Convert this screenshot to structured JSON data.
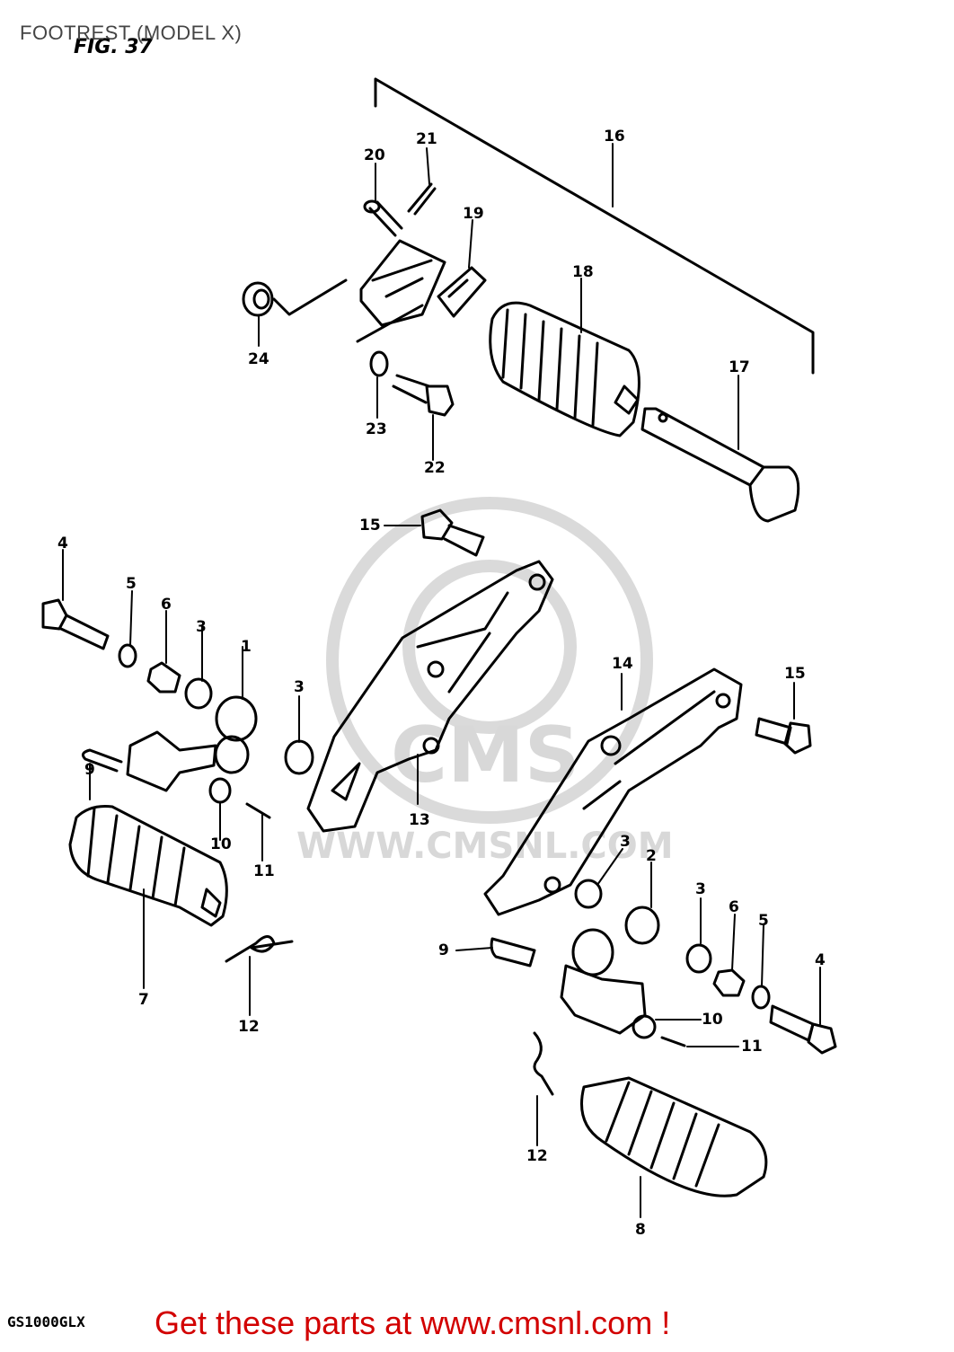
{
  "header": {
    "title": "FOOTREST (MODEL X)"
  },
  "figure": {
    "label": "FIG. 37"
  },
  "footer": {
    "model_code": "GS1000GLX",
    "cta_text": "Get these parts at www.cmsnl.com !",
    "cta_color": "#d20000"
  },
  "watermark": {
    "logo_text": "CMS",
    "url_text": "WWW.CMSNL.COM",
    "color": "#d8d8d8"
  },
  "callouts": {
    "c1": "1",
    "c2": "2",
    "c3a": "3",
    "c3b": "3",
    "c3c": "3",
    "c3d": "3",
    "c4a": "4",
    "c4b": "4",
    "c5a": "5",
    "c5b": "5",
    "c6a": "6",
    "c6b": "6",
    "c7": "7",
    "c8": "8",
    "c9a": "9",
    "c9b": "9",
    "c10a": "10",
    "c10b": "10",
    "c11a": "11",
    "c11b": "11",
    "c12a": "12",
    "c12b": "12",
    "c13": "13",
    "c14": "14",
    "c15a": "15",
    "c15b": "15",
    "c16": "16",
    "c17": "17",
    "c18": "18",
    "c19": "19",
    "c20": "20",
    "c21": "21",
    "c22": "22",
    "c23": "23",
    "c24": "24"
  }
}
